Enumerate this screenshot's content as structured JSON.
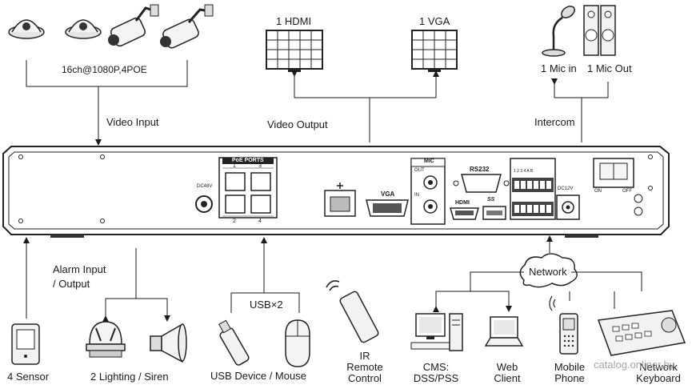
{
  "top": {
    "cameras_label": "16ch@1080P,4POE",
    "video_input": "Video Input",
    "hdmi": "1 HDMI",
    "vga": "1 VGA",
    "video_output": "Video Output",
    "mic_in": "1 Mic in",
    "mic_out": "1 Mic Out",
    "intercom": "Intercom"
  },
  "panel": {
    "dc48v": "DC48V",
    "poe_ports": "PoE PORTS",
    "poe_num": [
      "1",
      "3",
      "2",
      "4"
    ],
    "vga_port": "VGA",
    "mic": "MIC",
    "out": "OUT",
    "in": "IN",
    "rs232": "RS232",
    "hdmi_port": "HDMI",
    "usb_port": "SS",
    "dc12v": "DC12V",
    "on": "ON",
    "off": "OFF",
    "alarm_pins": "1 2 3 4 A B"
  },
  "bottom": {
    "sensor": "4 Sensor",
    "alarm_io_1": "Alarm Input",
    "alarm_io_2": "/ Output",
    "lighting": "2 Lighting / Siren",
    "usb_x2": "USB×2",
    "usb_device": "USB Device / Mouse",
    "ir_1": "IR",
    "ir_2": "Remote",
    "ir_3": "Control",
    "network": "Network",
    "cms_1": "CMS:",
    "cms_2": "DSS/PSS",
    "web_1": "Web",
    "web_2": "Client",
    "mobile_1": "Mobile",
    "mobile_2": "Phone",
    "kbd_1": "Network",
    "kbd_2": "Keyboard"
  },
  "watermark": "catalog.onliner.by",
  "colors": {
    "line": "#1a1a1a",
    "panel_stroke": "#222222",
    "light": "#f2f2f2"
  }
}
